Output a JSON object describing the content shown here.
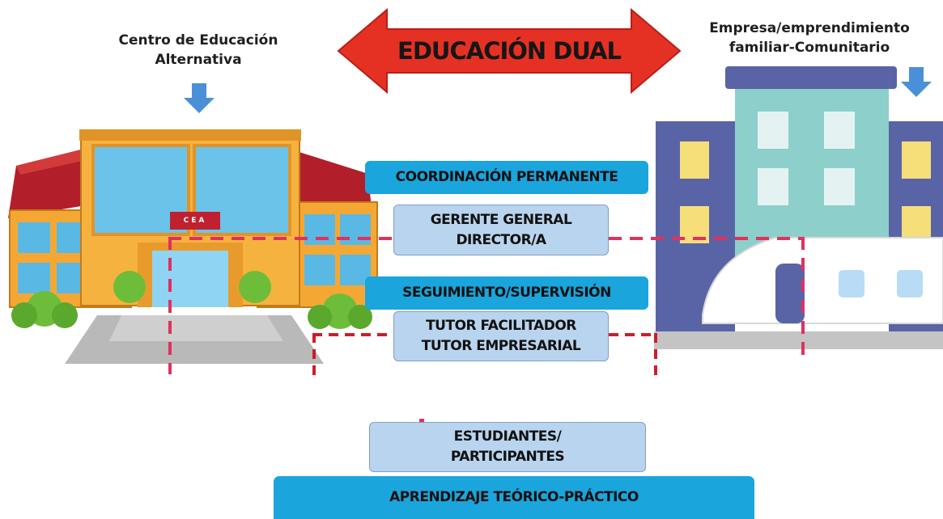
{
  "header": {
    "left_caption": "Centro de Educación Alternativa",
    "right_caption": "Empresa/emprendimiento familiar-Comunitario",
    "title": "EDUCACIÓN DUAL"
  },
  "school": {
    "sign": "CEA"
  },
  "roles": {
    "coordination": "COORDINACIÓN PERMANENTE",
    "manager": "GERENTE GENERAL DIRECTOR/A",
    "supervision": "SEGUIMIENTO/SUPERVISIÓN",
    "tutors": "TUTOR FACILITADOR TUTOR EMPRESARIAL",
    "students": "ESTUDIANTES/ PARTICIPANTES",
    "learning": "APRENDIZAJE TEÓRICO-PRÁCTICO"
  },
  "colors": {
    "arrow_red": "#e53124",
    "box_dark": "#1aa5dc",
    "box_light": "#b9d4ee",
    "dashed_pink": "#e0315f",
    "dashed_red": "#cc1e2a",
    "pointer_blue": "#4a90d9"
  }
}
